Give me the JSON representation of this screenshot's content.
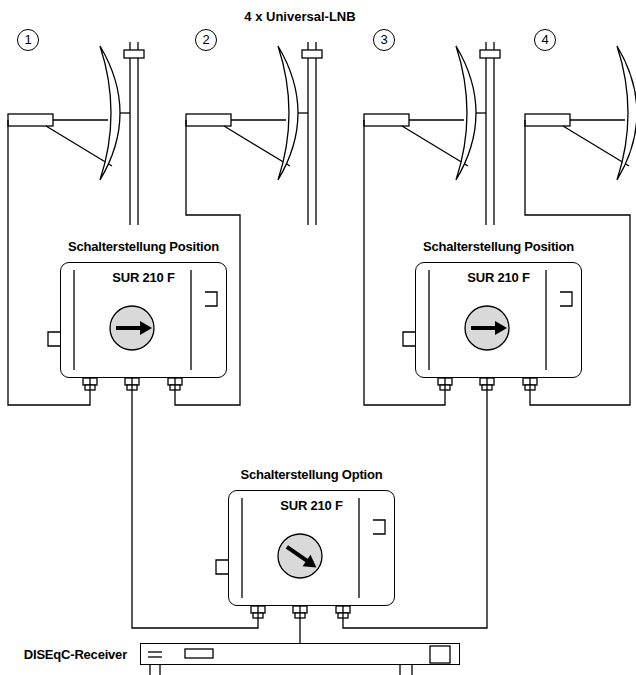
{
  "diagram": {
    "title": "4 x Universal-LNB",
    "nodes": [
      {
        "text": [
          "1"
        ]
      },
      {
        "text": [
          "2"
        ]
      },
      {
        "text": [
          "3"
        ]
      },
      {
        "text": [
          "4"
        ]
      },
      {
        "text": [
          "Schalterstellung Position",
          "SUR 210 F"
        ]
      },
      {
        "text": [
          "Schalterstellung Position",
          "SUR 210 F"
        ]
      },
      {
        "text": [
          "Schalterstellung Option",
          "SUR 210 F"
        ]
      },
      {
        "text": [
          "DISEqC-Receiver"
        ]
      }
    ],
    "edges": [
      {
        "from": 0,
        "to": 4,
        "arrow": "none"
      },
      {
        "from": 1,
        "to": 4,
        "arrow": "none"
      },
      {
        "from": 2,
        "to": 5,
        "arrow": "none"
      },
      {
        "from": 3,
        "to": 5,
        "arrow": "none"
      },
      {
        "from": 4,
        "to": 6,
        "arrow": "none"
      },
      {
        "from": 5,
        "to": 6,
        "arrow": "none"
      },
      {
        "from": 6,
        "to": 7,
        "arrow": "none"
      }
    ]
  }
}
